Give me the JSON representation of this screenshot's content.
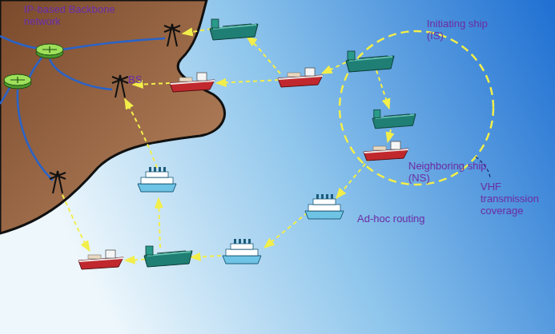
{
  "diagram": {
    "labels": [
      "IP-based Backbone network",
      "Initiating ship (IS)",
      "BS",
      "Neighboring ship (NS)",
      "VHF transmission coverage",
      "Ad-hoc routing"
    ]
  }
}
